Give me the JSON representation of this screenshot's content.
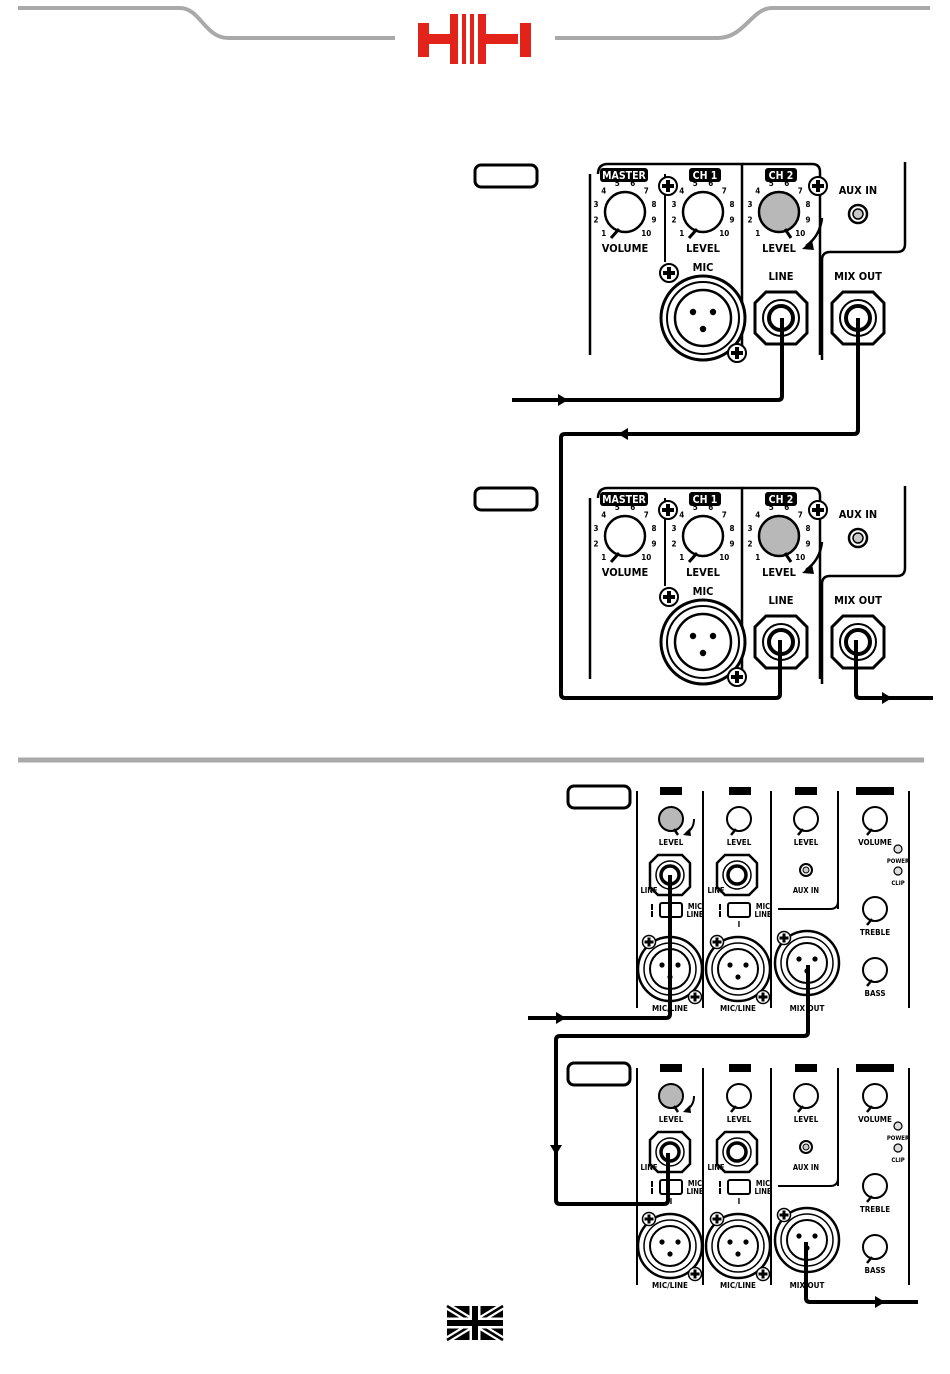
{
  "brand": {
    "logo": "HH",
    "accent": "#e2231a"
  },
  "panel1": {
    "master_label": "MASTER",
    "ch1_label": "CH 1",
    "ch2_label": "CH 2",
    "volume_label": "VOLUME",
    "level_label": "LEVEL",
    "mic_label": "MIC",
    "line_label": "LINE",
    "aux_in_label": "AUX IN",
    "mix_out_label": "MIX OUT",
    "knob_scale": [
      "1",
      "2",
      "3",
      "4",
      "5",
      "6",
      "7",
      "8",
      "9",
      "10"
    ]
  },
  "panel2": {
    "level_label": "LEVEL",
    "volume_label": "VOLUME",
    "line_label": "LINE",
    "mic_line_label": "MIC/LINE",
    "mic_label": "MIC",
    "switch_line_label": "LINE",
    "aux_in_label": "AUX IN",
    "mix_out_label": "MIX OUT",
    "power_label": "POWER",
    "clip_label": "CLIP",
    "treble_label": "TREBLE",
    "bass_label": "BASS",
    "channel_index": "I"
  },
  "footer": {
    "flag_icon": "uk-flag-icon"
  }
}
